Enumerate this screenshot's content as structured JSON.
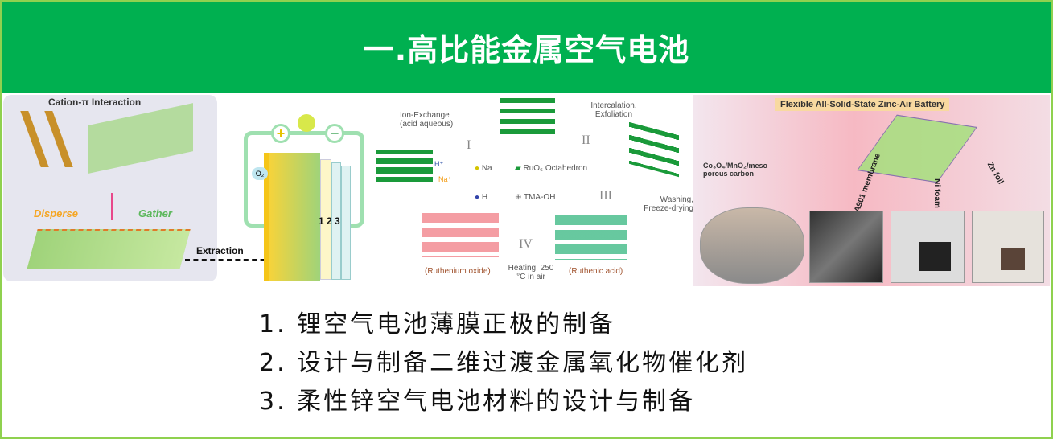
{
  "title": "一.高比能金属空气电池",
  "figures": {
    "fig1": {
      "title": "Cation-π Interaction",
      "disperse": "Disperse",
      "gather": "Gather",
      "extraction": "Extraction",
      "o2": "O₂",
      "layers": "1 2 3",
      "plus": "+",
      "minus": "−"
    },
    "fig2": {
      "ion_exchange": "Ion-Exchange (acid aqueous)",
      "intercalation": "Intercalation, Exfoliation",
      "washing": "Washing, Freeze-drying",
      "heating": "Heating, 250 °C in air",
      "ruthenic": "(Ruthenic acid)",
      "ruthenium": "(Ruthenium oxide)",
      "na": "Na",
      "h": "H",
      "ruo6": "RuO₆ Octahedron",
      "tma": "TMA-OH",
      "hplus": "H⁺",
      "naplus": "Na⁺",
      "step1": "I",
      "step2": "II",
      "step3": "III",
      "step4": "IV"
    },
    "fig3": {
      "title": "Flexible All-Solid-State Zinc-Air Battery",
      "catalyst": "Co₃O₄/MnO₂/meso porous carbon",
      "membrane": "A901 membrane",
      "nifoam": "Ni foam",
      "znfoil": "Zn foil"
    }
  },
  "items": [
    "1. 锂空气电池薄膜正极的制备",
    "2. 设计与制备二维过渡金属氧化物催化剂",
    "3. 柔性锌空气电池材料的设计与制备"
  ],
  "colors": {
    "header": "#00b050",
    "frame": "#8fd14f"
  }
}
